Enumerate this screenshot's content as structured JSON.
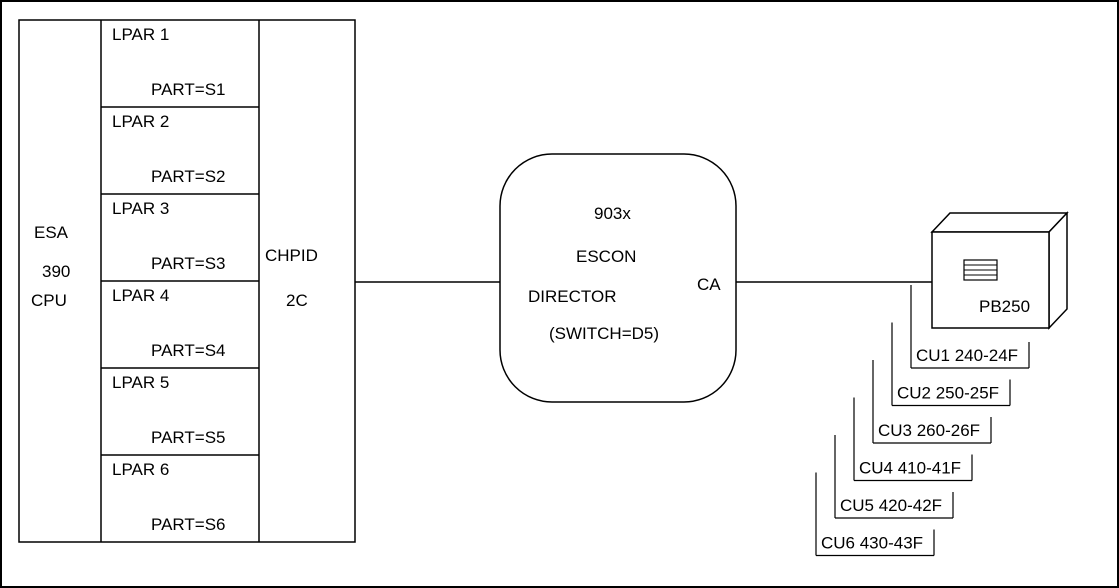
{
  "cpu": {
    "line1": "ESA",
    "line2": "390",
    "line3": "CPU"
  },
  "lpars": [
    {
      "name": "LPAR 1",
      "part": "PART=S1"
    },
    {
      "name": "LPAR 2",
      "part": "PART=S2"
    },
    {
      "name": "LPAR 3",
      "part": "PART=S3"
    },
    {
      "name": "LPAR 4",
      "part": "PART=S4"
    },
    {
      "name": "LPAR 5",
      "part": "PART=S5"
    },
    {
      "name": "LPAR 6",
      "part": "PART=S6"
    }
  ],
  "chpid": {
    "line1": "CHPID",
    "line2": "2C"
  },
  "director": {
    "line1": "903x",
    "line2": "ESCON",
    "line3": "DIRECTOR",
    "line4": "(SWITCH=D5)",
    "port": "CA"
  },
  "device": {
    "label": "PB250"
  },
  "control_units": [
    "CU1 240-24F",
    "CU2 250-25F",
    "CU3 260-26F",
    "CU4 410-41F",
    "CU5 420-42F",
    "CU6 430-43F"
  ]
}
